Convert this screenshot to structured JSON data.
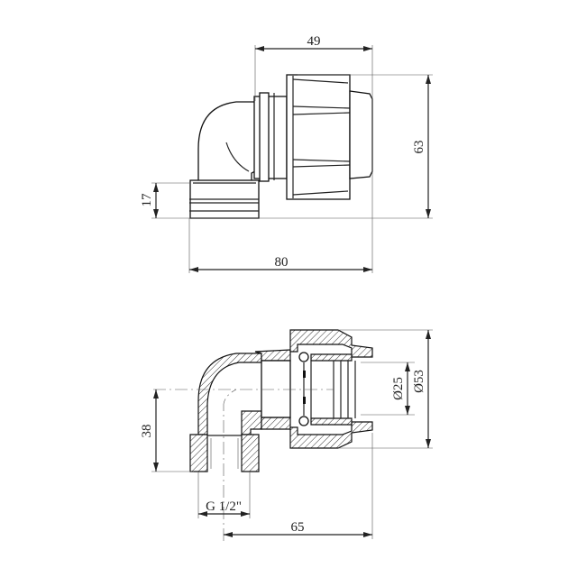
{
  "top_view": {
    "dim_width_upper": "49",
    "dim_height": "63",
    "dim_base_height": "17",
    "dim_width_total": "80"
  },
  "section_view": {
    "dim_inner_diameter": "Ø25",
    "dim_outer_diameter": "Ø53",
    "dim_axis_height": "38",
    "dim_thread": "G 1/2\"",
    "dim_axis_length": "65"
  }
}
